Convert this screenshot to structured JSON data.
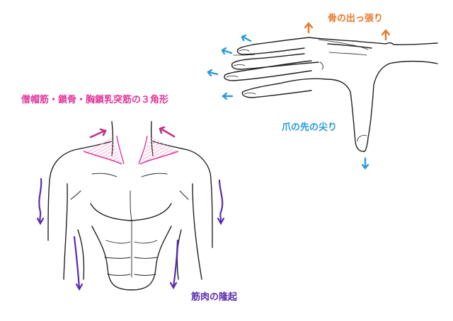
{
  "labels": {
    "trapezius_triangle": "僧帽筋・鎖骨・胸鎖乳突筋の３角形",
    "bone_protrusion": "骨の出っ張り",
    "nail_tip": "爪の先の尖り",
    "muscle_bulge": "筋肉の隆起"
  },
  "colors": {
    "pink": "#e0369a",
    "pink_hatch": "#f3a6cf",
    "orange": "#e8782a",
    "blue": "#2a9ad8",
    "purple": "#5a2bb0",
    "line": "#222222"
  },
  "figures": [
    "torso-illustration",
    "hand-illustration"
  ]
}
